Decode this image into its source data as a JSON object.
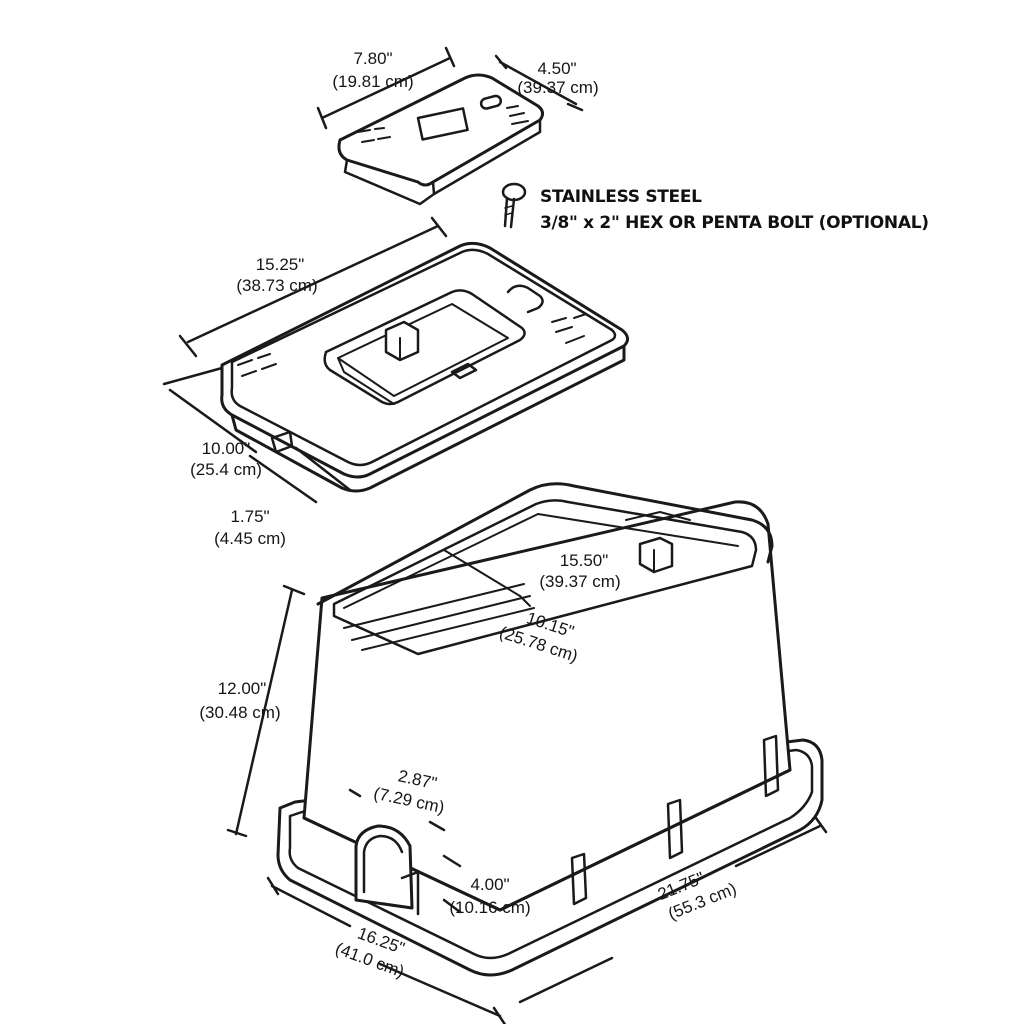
{
  "bolt": {
    "line1": "STAINLESS STEEL",
    "line2": "3/8\" x 2\" HEX OR PENTA BOLT (OPTIONAL)"
  },
  "dimensions": {
    "small_lid_length": {
      "in": "7.80\"",
      "cm": "(19.81 cm)"
    },
    "small_lid_width": {
      "in": "4.50\"",
      "cm": "(39.37 cm)"
    },
    "lid_length": {
      "in": "15.25\"",
      "cm": "(38.73 cm)"
    },
    "lid_width": {
      "in": "10.00\"",
      "cm": "(25.4 cm)"
    },
    "lid_height": {
      "in": "1.75\"",
      "cm": "(4.45 cm)"
    },
    "opening_length": {
      "in": "15.50\"",
      "cm": "(39.37 cm)"
    },
    "opening_width": {
      "in": "10.15\"",
      "cm": "(25.78 cm)"
    },
    "box_height": {
      "in": "12.00\"",
      "cm": "(30.48 cm)"
    },
    "knockout_width": {
      "in": "2.87\"",
      "cm": "(7.29 cm)"
    },
    "knockout_height": {
      "in": "4.00\"",
      "cm": "(10.16 cm)"
    },
    "base_width": {
      "in": "16.25\"",
      "cm": "(41.0 cm)"
    },
    "base_length": {
      "in": "21.75\"",
      "cm": "(55.3 cm)"
    }
  }
}
